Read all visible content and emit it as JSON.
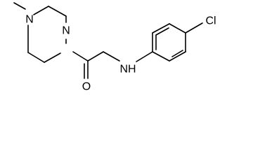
{
  "molecule": {
    "atoms": {
      "methyl_n": "N",
      "amide_n": "N",
      "amine": "NH",
      "carbonyl_o": "O",
      "chlorine": "Cl"
    }
  }
}
